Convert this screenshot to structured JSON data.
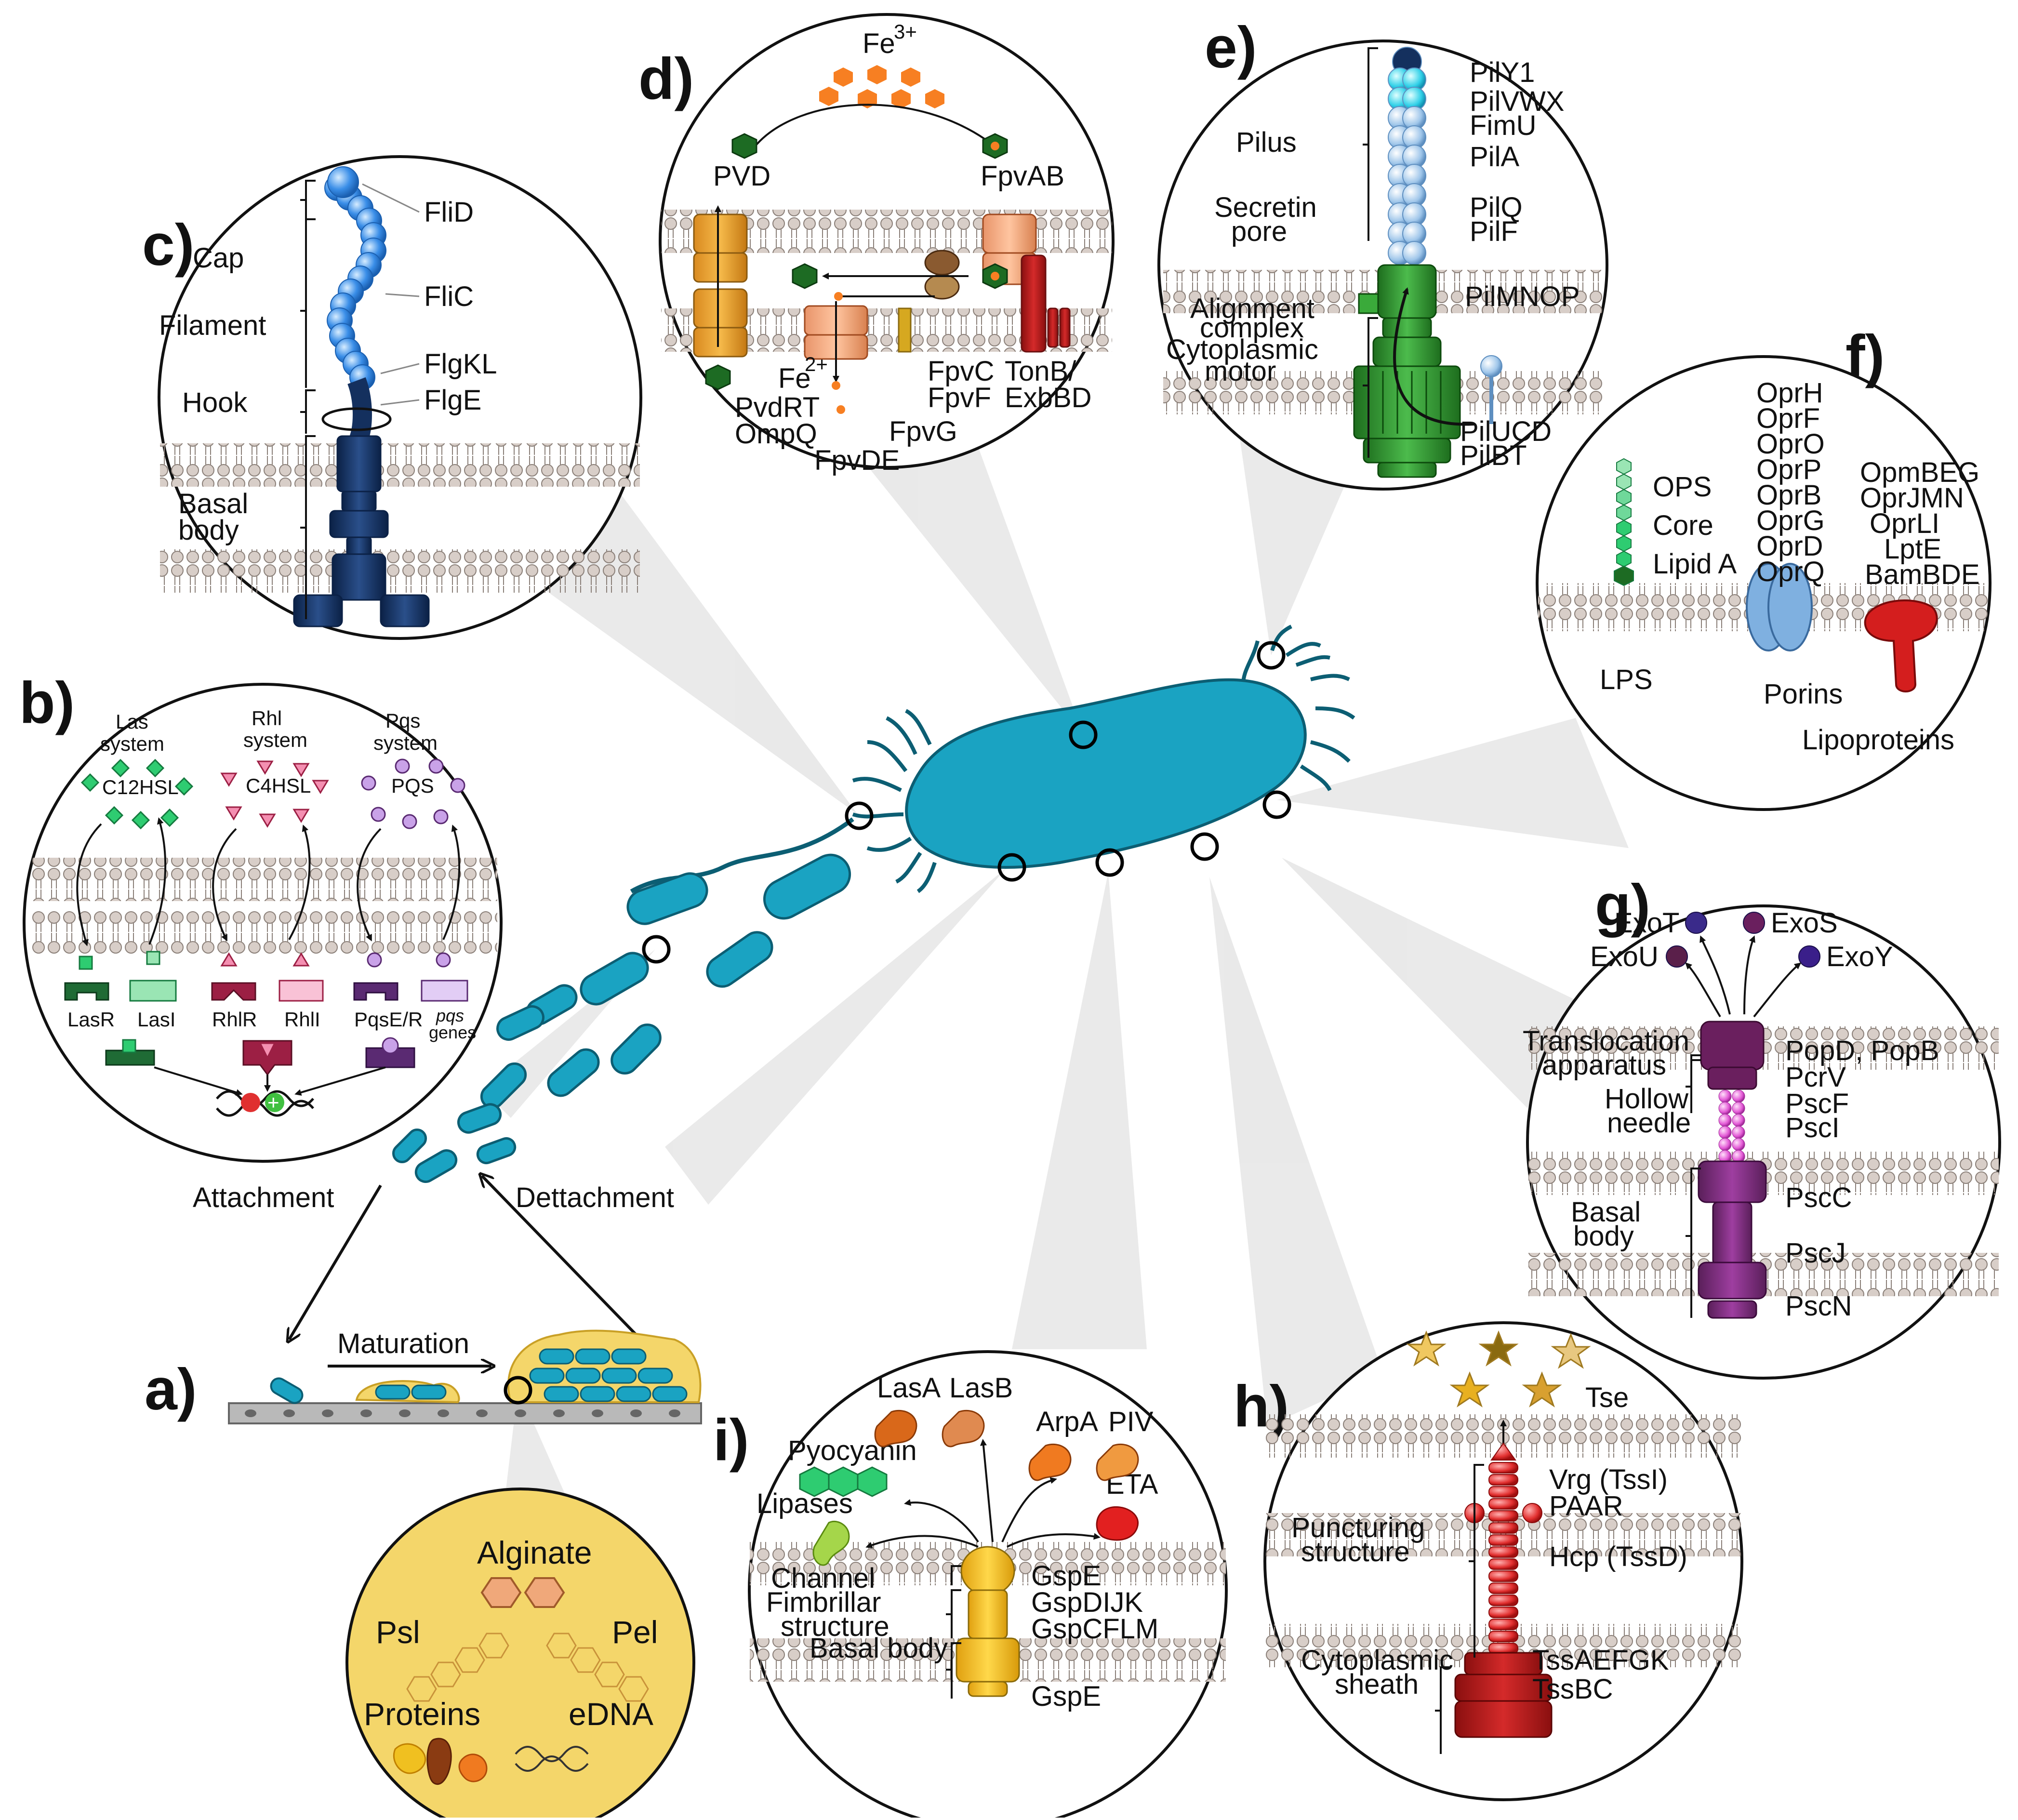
{
  "panels": {
    "a": {
      "letter": "a)",
      "steps": [
        "Attachment",
        "Maturation",
        "Dettachment"
      ],
      "matrix": [
        "Alginate",
        "Psl",
        "Pel",
        "Proteins",
        "eDNA"
      ]
    },
    "b": {
      "letter": "b)",
      "systems": [
        {
          "name1": "Las",
          "name2": "system",
          "signal": "C12HSL",
          "receptor": "LasR",
          "synthase": "LasI"
        },
        {
          "name1": "Rhl",
          "name2": "system",
          "signal": "C4HSL",
          "receptor": "RhlR",
          "synthase": "RhlI"
        },
        {
          "name1": "Pqs",
          "name2": "system",
          "signal": "PQS",
          "receptor": "PqsE/R",
          "synthase": "pqs",
          "synthase2": "genes"
        }
      ]
    },
    "c": {
      "letter": "c)",
      "left": [
        "Cap",
        "Filament",
        "Hook",
        "Basal",
        "body"
      ],
      "right": [
        "FliD",
        "FliC",
        "FlgKL",
        "FlgE"
      ]
    },
    "d": {
      "letter": "d)",
      "labels": [
        "Fe",
        "3+",
        "PVD",
        "FpvAB",
        "Fe",
        "2+",
        "PvdRT",
        "OmpQ",
        "FpvDE",
        "FpvG",
        "FpvC",
        "FpvF",
        "TonB/",
        "ExbBD"
      ]
    },
    "e": {
      "letter": "e)",
      "left": [
        "Pilus",
        "Secretin",
        "pore",
        "Alignment",
        "complex",
        "Cytoplasmic",
        "motor"
      ],
      "right": [
        "PilY1",
        "PilVWX",
        "FimU",
        "PilA",
        "PilQ",
        "PilF",
        "PilMNOP",
        "PilUCD",
        "PilBT"
      ]
    },
    "f": {
      "letter": "f)",
      "lps": [
        "OPS",
        "Core",
        "Lipid A",
        "LPS"
      ],
      "porins_list": [
        "OprH",
        "OprF",
        "OprO",
        "OprP",
        "OprB",
        "OprG",
        "OprD",
        "OprQ"
      ],
      "porins": "Porins",
      "lipo_list": [
        "OpmBEG",
        "OprJMN",
        "OprLI",
        "LptE",
        "BamBDE"
      ],
      "lipo": "Lipoproteins"
    },
    "g": {
      "letter": "g)",
      "effectors": [
        "ExoT",
        "ExoS",
        "ExoU",
        "ExoY"
      ],
      "left": [
        "Translocation",
        "apparatus",
        "Hollow",
        "needle",
        "Basal",
        "body"
      ],
      "right": [
        "PopD, PopB",
        "PcrV",
        "PscF",
        "PscI",
        "PscC",
        "PscJ",
        "PscN"
      ]
    },
    "h": {
      "letter": "h)",
      "labels": [
        "Tse",
        "Vrg (TssI)",
        "PAAR",
        "Puncturing",
        "structure",
        "Hcp (TssD)",
        "Cytoplasmic",
        "sheath",
        "TssAEFGK",
        "TssBC"
      ]
    },
    "i": {
      "letter": "i)",
      "secreted": [
        "LasA",
        "LasB",
        "ArpA",
        "PIV",
        "Pyocyanin",
        "ETA",
        "Lipases"
      ],
      "left": [
        "Channel",
        "Fimbrillar",
        "structure",
        "Basal body"
      ],
      "right": [
        "GspE",
        "GspDIJK",
        "GspCFLM",
        "GspE"
      ]
    }
  },
  "colors": {
    "bacterium": "#1aa3c2",
    "bacterium_stroke": "#0c5e73",
    "flagellum": "#3a8ee8",
    "basal_navy": "#14305e",
    "pilus": "#9fc6ea",
    "secretin_green": "#2e8b2e",
    "lasR": "#1f6b35",
    "rhlR": "#9c1f44",
    "pqsR": "#5a2a72",
    "t3ss": "#6a1f5e",
    "needle": "#e35ad6",
    "t6ss": "#e23030",
    "t2ss": "#f2c21b",
    "matrix": "#f4d66a",
    "porin": "#7fb0e0",
    "lipoprotein": "#d41e1e",
    "membrane": "#cbbfb8"
  }
}
